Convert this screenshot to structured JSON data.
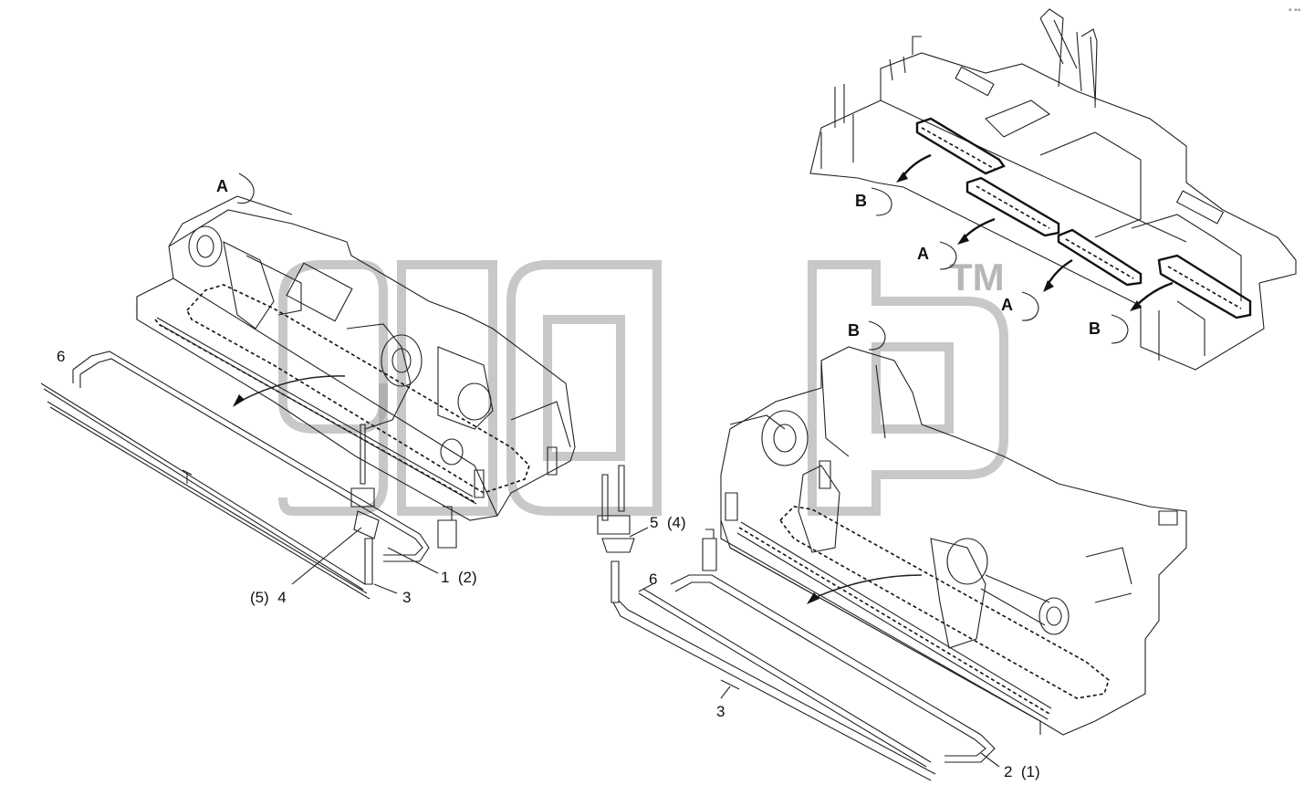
{
  "corner_mark": "° °°",
  "watermark": {
    "text": "TM"
  },
  "callouts": {
    "a_left": "A",
    "b_top": "B",
    "a_mid1": "A",
    "a_mid2": "A",
    "b_right": "B",
    "b_center": "B"
  },
  "parts_left": {
    "part6": "6",
    "part1": "1  (2)",
    "part3": "3",
    "part4": "(5)  4"
  },
  "parts_right": {
    "part5": "5  (4)",
    "part6": "6",
    "part3": "3",
    "part2": "2  (1)"
  }
}
